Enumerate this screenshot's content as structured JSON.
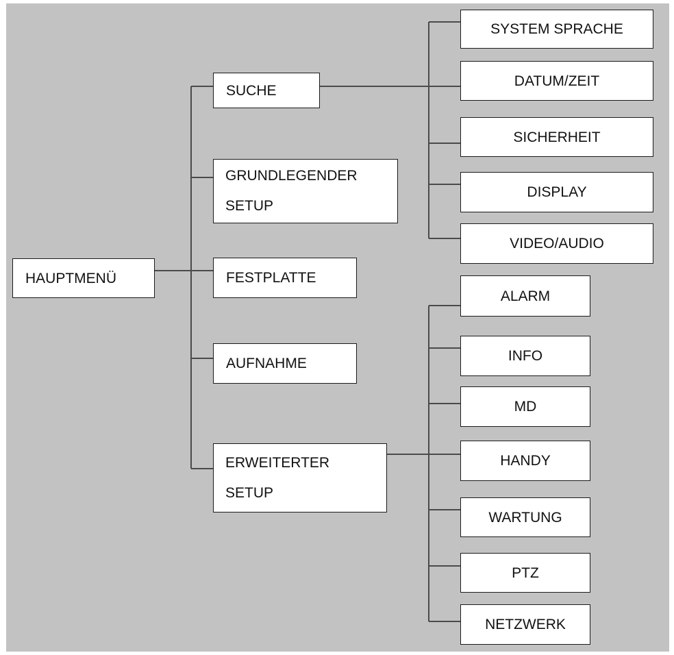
{
  "colors": {
    "background": "#c2c2c2",
    "box_fill": "#ffffff",
    "box_border": "#1a1a1a",
    "line": "#4a4a4a"
  },
  "root": {
    "label": "HAUPTMENÜ"
  },
  "main_menu": [
    {
      "label": "SUCHE"
    },
    {
      "label": "GRUNDLEGENDER\nSETUP"
    },
    {
      "label": "FESTPLATTE"
    },
    {
      "label": "AUFNAHME"
    },
    {
      "label": "ERWEITERTER\nSETUP"
    }
  ],
  "basic_setup_items": [
    {
      "label": "SYSTEM SPRACHE"
    },
    {
      "label": "DATUM/ZEIT"
    },
    {
      "label": "SICHERHEIT"
    },
    {
      "label": "DISPLAY"
    },
    {
      "label": "VIDEO/AUDIO"
    }
  ],
  "advanced_setup_items": [
    {
      "label": "ALARM"
    },
    {
      "label": "INFO"
    },
    {
      "label": "MD"
    },
    {
      "label": "HANDY"
    },
    {
      "label": "WARTUNG"
    },
    {
      "label": "PTZ"
    },
    {
      "label": "NETZWERK"
    }
  ]
}
